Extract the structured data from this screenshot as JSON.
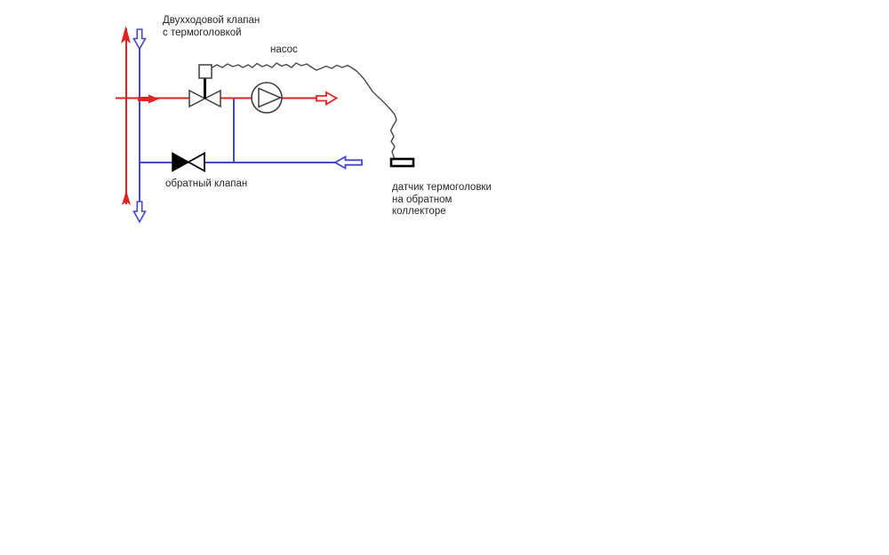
{
  "diagram": {
    "title": "hydronic mixing unit schematic",
    "labels": {
      "two_way_valve": "Двухходовой клапан\nс термоголовкой",
      "pump": "насос",
      "check_valve": "обратный клапан",
      "sensor": "датчик термоголовки\nна обратном\nколлекторе"
    },
    "symbols": {
      "supply_riser": "red-pipe-with-up-arrows",
      "return_riser": "blue-pipe-with-down-arrows",
      "two_way_valve": "bowtie-valve-with-thermal-actuator",
      "pump": "circle-with-triangle",
      "check_valve": "half-filled-bowtie-valve",
      "capillary_tube": "freehand-squiggle-line",
      "sensor": "black-rectangle-bulb"
    },
    "colors": {
      "supply": "#e32321",
      "return": "#4348c8",
      "outline": "#3f3f3f",
      "black": "#000000",
      "background": "#ffffff",
      "text": "#262626"
    }
  }
}
